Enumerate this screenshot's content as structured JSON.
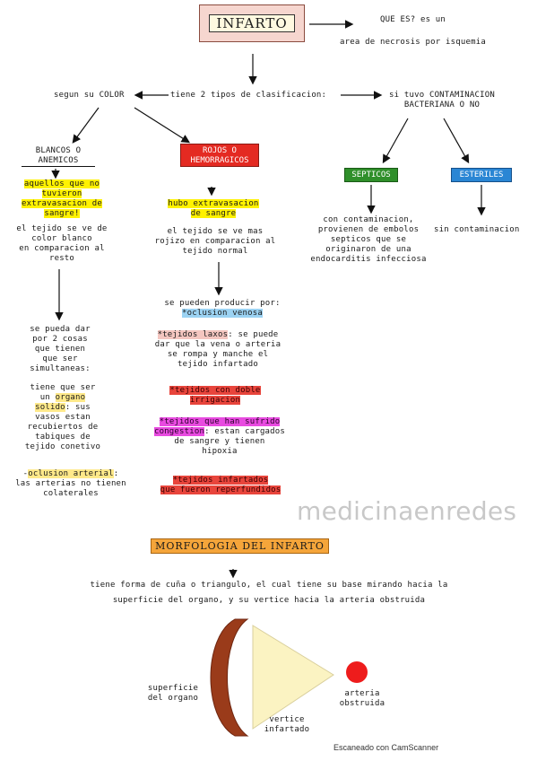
{
  "title": "INFARTO",
  "definition": {
    "question": "QUE ES? es un",
    "answer": "area de necrosis por isquemia"
  },
  "classification": {
    "intro": "tiene 2 tipos de clasificacion:",
    "by_color": "segun su COLOR",
    "by_contamination": [
      "si tuvo CONTAMINACION",
      "BACTERIANA O NO"
    ]
  },
  "blancos": {
    "label": [
      "BLANCOS O",
      "ANEMICOS"
    ],
    "highlight": [
      "aquellos que no",
      "tuvieron",
      "extravasacion de",
      "sangre!"
    ],
    "desc": [
      "el tejido se ve de",
      "color blanco",
      "en comparacion al",
      "resto"
    ],
    "occur": [
      "se pueda dar",
      "por 2 cosas",
      "que tienen",
      "que ser",
      "simultaneas:"
    ],
    "organ_pre": [
      "tiene que ser",
      "un"
    ],
    "organ_hl1": "organo",
    "organ_hl2": "solido",
    "organ_post": [
      ": sus",
      "vasos estan",
      "recubiertos de",
      "tabiques de",
      "tejido conetivo"
    ],
    "arterial_prefix": "-",
    "arterial_hl": "oclusion arterial",
    "arterial_post": ":",
    "arterial_desc": [
      "las arterias no tienen",
      "colaterales"
    ]
  },
  "rojos": {
    "label": [
      "ROJOS O",
      "HEMORRAGICOS"
    ],
    "highlight": [
      "hubo extravasacion",
      "de sangre"
    ],
    "desc": [
      "el tejido se ve mas",
      "rojizo en comparacion al",
      "tejido normal"
    ],
    "causes_intro": "se pueden producir por:",
    "venosa_hl": "*oclusion venosa",
    "laxos_hl": "*tejidos laxos",
    "laxos_desc": [
      ": se puede",
      "dar que la vena o arteria",
      "se rompa y manche el",
      "tejido infartado"
    ],
    "doble": [
      "*tejidos con doble",
      "irrigacion"
    ],
    "congestion_hl": [
      "*tejidos que han sufrido",
      "congestion"
    ],
    "congestion_desc": [
      ": estan cargados",
      "de sangre y tienen",
      "hipoxia"
    ],
    "reperfun": [
      "*tejidos infartados",
      "que fueron reperfundidos"
    ]
  },
  "septicos": {
    "label": "SEPTICOS",
    "desc": [
      "con contaminacion,",
      "provienen de embolos",
      "septicos que se",
      "originaron de una",
      "endocarditis infecciosa"
    ]
  },
  "esteriles": {
    "label": "ESTERILES",
    "desc": "sin contaminacion"
  },
  "morfologia": {
    "title": "MORFOLOGIA DEL INFARTO",
    "desc": [
      "tiene forma de cuña o triangulo, el cual tiene su base mirando hacia la",
      "superficie del organo, y su vertice hacia la arteria obstruida"
    ]
  },
  "diagram": {
    "surface": [
      "superficie",
      "del organo"
    ],
    "vertex": [
      "vertice",
      "infartado"
    ],
    "artery": [
      "arteria",
      "obstruida"
    ]
  },
  "colors": {
    "surface_arc": "#9a3b1a",
    "triangle": "#fbf3c2",
    "artery": "#ee1c1c",
    "septicos": "#2f8f2a",
    "esteriles": "#2a86d4",
    "rojos": "#e42a22",
    "morfologia": "#f5a53a"
  },
  "watermark": "medicinaenredes",
  "scanner": "Escaneado con CamScanner"
}
